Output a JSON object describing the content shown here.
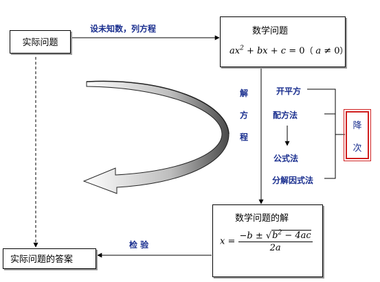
{
  "boxes": {
    "real_problem": "实际问题",
    "math_problem": "数学问题",
    "math_solution": "数学问题的解",
    "real_answer": "实际问题的答案"
  },
  "labels": {
    "set_unknown": "设未知数，列方程",
    "solve": [
      "解",
      "方",
      "程"
    ],
    "methods": [
      "开平方",
      "配方法",
      "公式法",
      "分解因式法"
    ],
    "check": "检 验",
    "reduce_order": [
      "降",
      "次"
    ]
  },
  "formulas": {
    "quadratic_equation": {
      "ax": "ax",
      "exp2": "2",
      "plus_bx": " + bx + ",
      "c": "c",
      "eq0": " = 0",
      "cond_open": "（ ",
      "a": "a",
      "neq0": " ≠ 0",
      "cond_close": "）"
    },
    "quadratic_formula": {
      "x_eq": "x = ",
      "numerator_head": "−b ± ",
      "b": "b",
      "exp2": "2",
      "minus4ac": " − 4ac",
      "denominator": "2a"
    }
  },
  "colors": {
    "label_blue": "#1a2f8f",
    "highlight_red": "#d02020"
  }
}
